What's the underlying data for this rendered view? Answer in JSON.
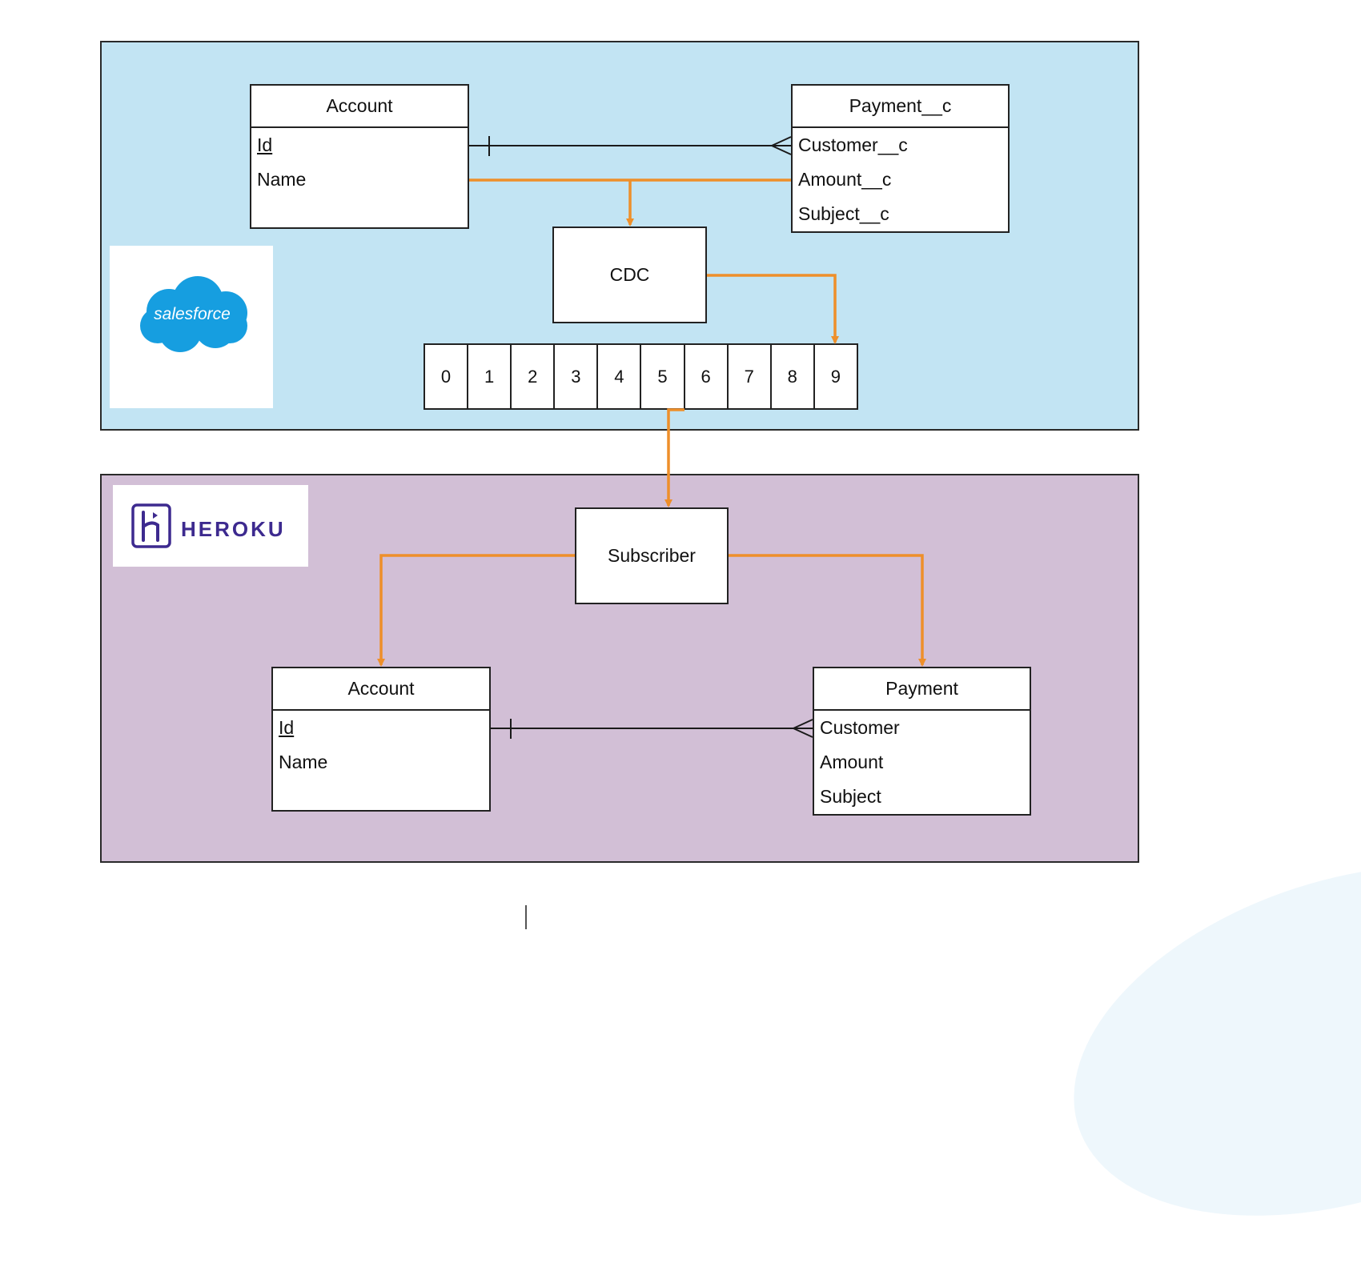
{
  "salesforce": {
    "logo_text": "salesforce",
    "logo_icon": "salesforce-cloud-icon",
    "account": {
      "title": "Account",
      "fields": [
        "Id",
        "Name"
      ]
    },
    "payment": {
      "title": "Payment__c",
      "fields": [
        "Customer__c",
        "Amount__c",
        "Subject__c"
      ]
    },
    "cdc": {
      "label": "CDC"
    },
    "queue": {
      "cells": [
        "0",
        "1",
        "2",
        "3",
        "4",
        "5",
        "6",
        "7",
        "8",
        "9"
      ]
    }
  },
  "heroku": {
    "logo_text": "HEROKU",
    "logo_icon": "heroku-logo-icon",
    "subscriber": {
      "label": "Subscriber"
    },
    "account": {
      "title": "Account",
      "fields": [
        "Id",
        "Name"
      ]
    },
    "payment": {
      "title": "Payment",
      "fields": [
        "Customer",
        "Amount",
        "Subject"
      ]
    }
  },
  "colors": {
    "salesforce_bg": "#c2e4f3",
    "heroku_bg": "#d2bfd6",
    "flow_arrow": "#ee8f2a",
    "relation_line": "#1a1a1a",
    "salesforce_blue": "#169ee0",
    "heroku_purple": "#3d2a8f"
  }
}
